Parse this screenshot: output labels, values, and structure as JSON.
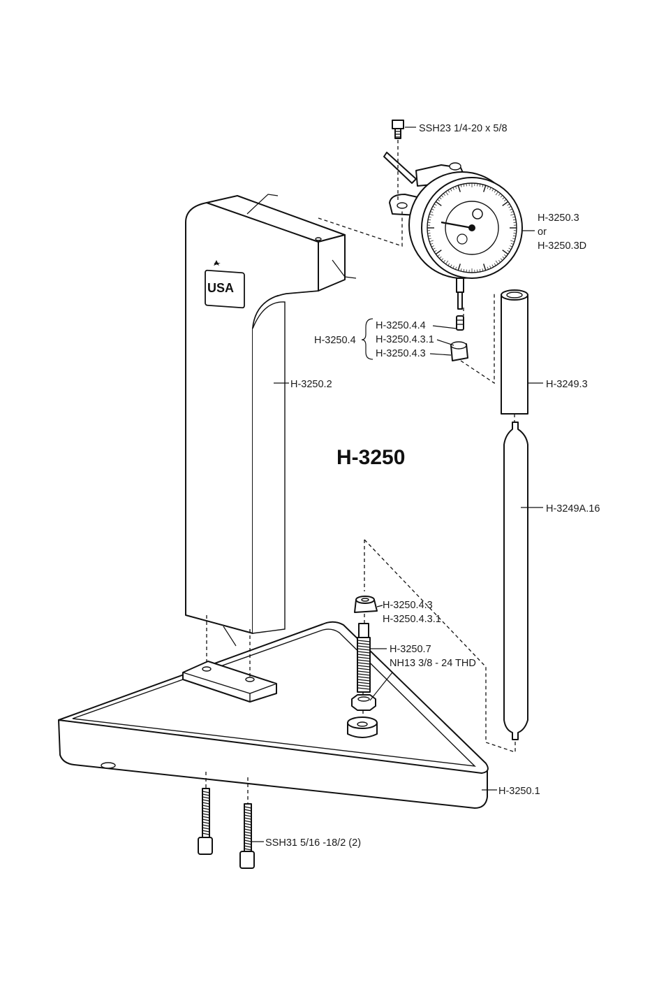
{
  "title": "H-3250",
  "logo_text": "USA",
  "parts": {
    "screw_top": "SSH23 1/4-20 x 5/8",
    "indicator": "H-3250.3",
    "indicator_or": "or",
    "indicator_alt": "H-3250.3D",
    "group": "H-3250.4",
    "group_item_1": "H-3250.4.4",
    "group_item_2": "H-3250.4.3.1",
    "group_item_3": "H-3250.4.3",
    "column": "H-3250.2",
    "sleeve": "H-3249.3",
    "rod": "H-3249A.16",
    "anvil_1": "H-3250.4.3",
    "anvil_2": "H-3250.4.3.1",
    "stud": "H-3250.7",
    "nut": "NH13 3/8 - 24 THD",
    "base": "H-3250.1",
    "screws_bottom": "SSH31 5/16 -18/2 (2)"
  }
}
